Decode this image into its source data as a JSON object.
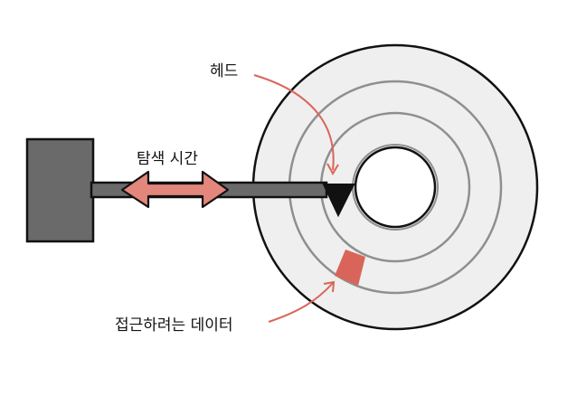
{
  "labels": {
    "head": "헤드",
    "seek_time": "탐색 시간",
    "target_data": "접근하려는 데이터"
  },
  "colors": {
    "platter": "#efefef",
    "track": "#8f8f8f",
    "outline": "#111111",
    "actuator": "#6a6a6a",
    "arrow": "#e3867c",
    "sector": "#d9655a",
    "pointer": "#d9655a"
  },
  "icons": {
    "head": "triangle-head-icon"
  }
}
